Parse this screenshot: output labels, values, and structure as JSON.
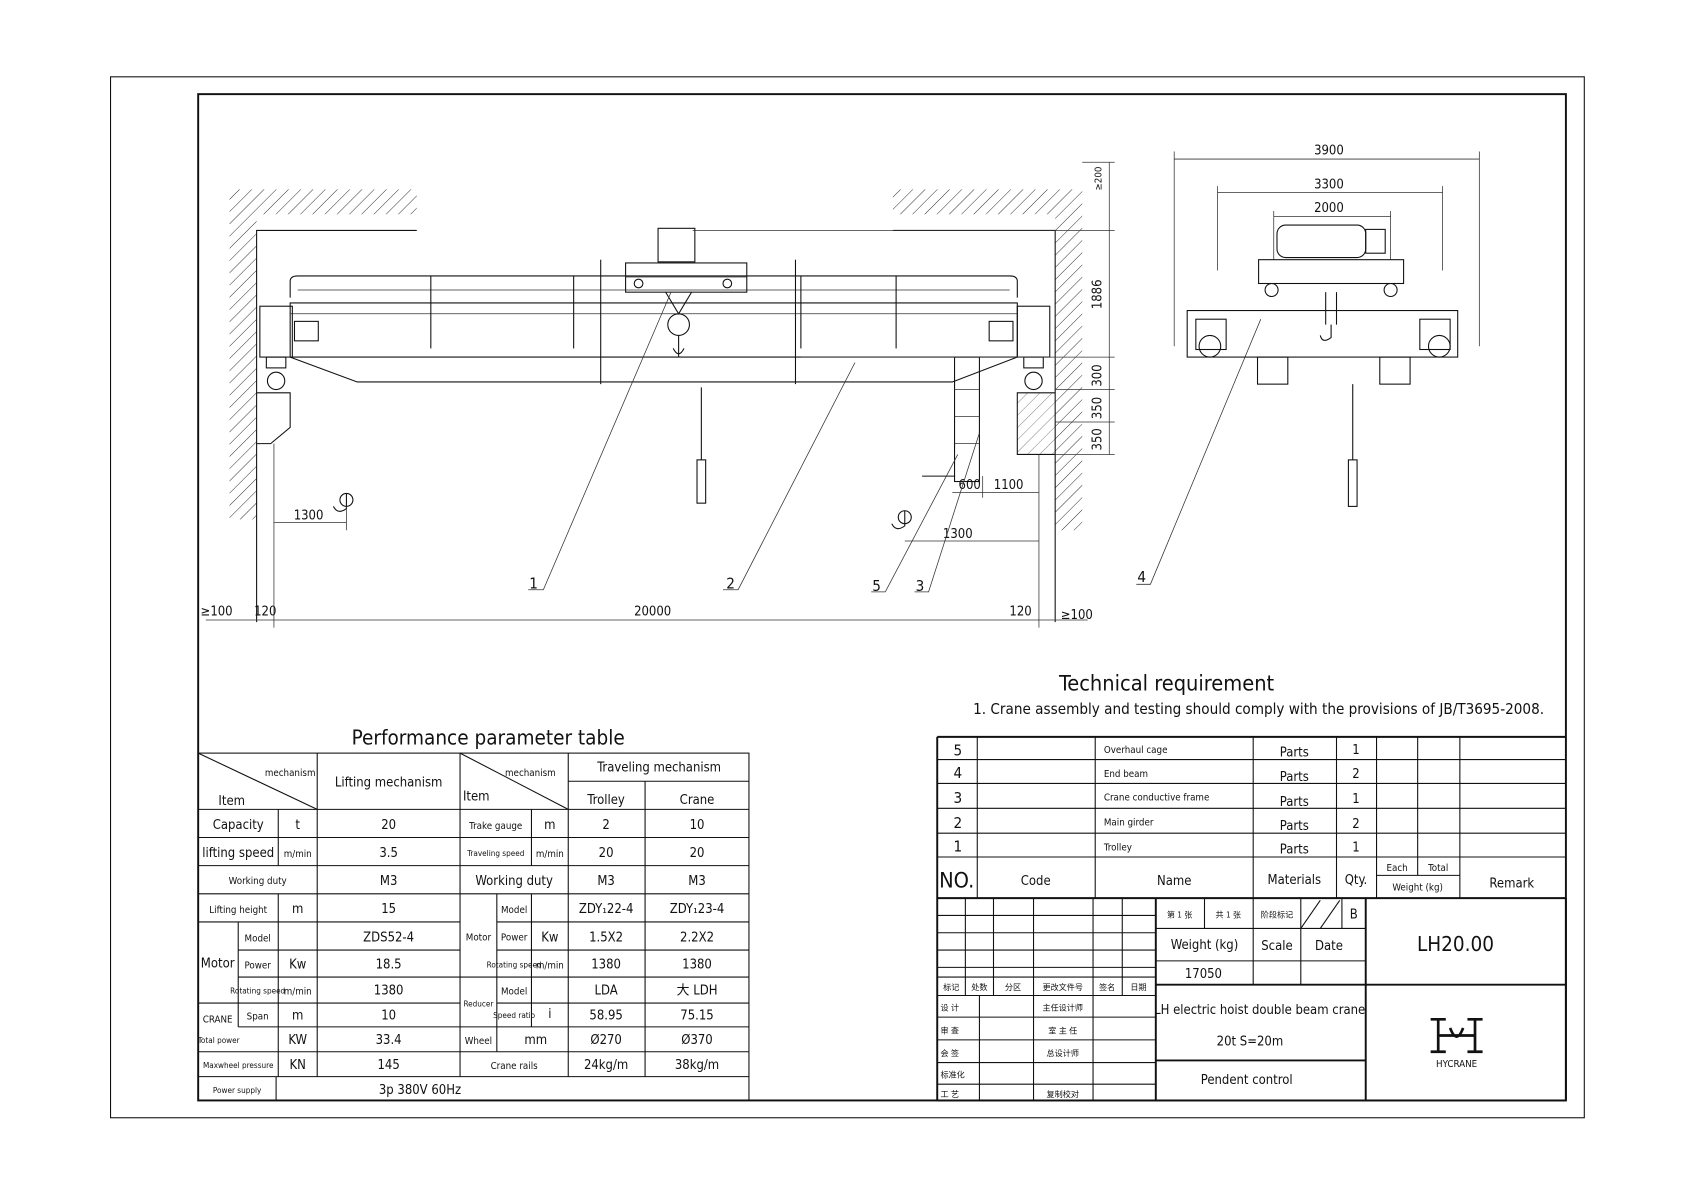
{
  "drawing": {
    "dims": {
      "top_clearance": "≥200",
      "height_1886": "1886",
      "d300": "300",
      "d350a": "350",
      "d350b": "350",
      "d600": "600",
      "d1100": "1100",
      "hook_left_1300": "1300",
      "hook_right_1300": "1300",
      "left_gap": "≥100",
      "left_120": "120",
      "span": "20000",
      "right_120": "120",
      "right_gap": "≥100",
      "side_3900": "3900",
      "side_3300": "3300",
      "side_2000": "2000"
    },
    "callouts": [
      "1",
      "2",
      "5",
      "3",
      "4"
    ]
  },
  "tech": {
    "title": "Technical requirement",
    "item1": "1. Crane assembly and testing should comply with the provisions of JB/T3695-2008."
  },
  "perf": {
    "title": "Performance parameter table",
    "mechanism": "mechanism",
    "item": "Item",
    "lifting": "Lifting mechanism",
    "traveling": "Traveling mechanism",
    "trolley": "Trolley",
    "crane": "Crane",
    "left": [
      [
        "Capacity",
        "t",
        "20"
      ],
      [
        "lifting speed",
        "m/min",
        "3.5"
      ],
      [
        "Working duty",
        "",
        "M3"
      ],
      [
        "Lifting height",
        "m",
        "15"
      ],
      [
        "Model",
        "",
        "ZDS52-4"
      ],
      [
        "Power",
        "Kw",
        "18.5"
      ],
      [
        "Rotating speed",
        "m/min",
        "1380"
      ],
      [
        "Span",
        "m",
        "10"
      ],
      [
        "Total power",
        "KW",
        "33.4"
      ],
      [
        "Maxwheel pressure",
        "KN",
        "145"
      ],
      [
        "Power supply",
        "",
        "3p    380V    60Hz"
      ]
    ],
    "motor_group": "Motor",
    "crane_group": "CRANE",
    "right": [
      [
        "Trake gauge",
        "m",
        "2",
        "10"
      ],
      [
        "Traveling speed",
        "m/min",
        "20",
        "20"
      ],
      [
        "Working duty",
        "",
        "M3",
        "M3"
      ],
      [
        "Model",
        "",
        "ZDY₁22-4",
        "ZDY₁23-4"
      ],
      [
        "Power",
        "Kw",
        "1.5X2",
        "2.2X2"
      ],
      [
        "Rotating speed",
        "m/min",
        "1380",
        "1380"
      ],
      [
        "Model",
        "",
        "LDA",
        "大 LDH"
      ],
      [
        "Speed ratio",
        "i",
        "58.95",
        "75.15"
      ],
      [
        "Wheel",
        "mm",
        "Ø270",
        "Ø370"
      ],
      [
        "Crane rails",
        "",
        "24kg/m",
        "38kg/m"
      ]
    ],
    "r_motor_group": "Motor",
    "reducer_group": "Reducer"
  },
  "parts": {
    "rows": [
      [
        "5",
        "",
        "Overhaul cage",
        "Parts",
        "1"
      ],
      [
        "4",
        "",
        "End beam",
        "Parts",
        "2"
      ],
      [
        "3",
        "",
        "Crane conductive frame",
        "Parts",
        "1"
      ],
      [
        "2",
        "",
        "Main girder",
        "Parts",
        "2"
      ],
      [
        "1",
        "",
        "Trolley",
        "Parts",
        "1"
      ]
    ],
    "header": {
      "no": "NO.",
      "code": "Code",
      "name": "Name",
      "materials": "Materials",
      "qty": "Qty.",
      "each": "Each",
      "total": "Total",
      "weight": "Weight (kg)",
      "remark": "Remark"
    }
  },
  "title_block": {
    "rev_labels": [
      "标记",
      "处数",
      "分区",
      "更改文件号",
      "签名",
      "日期"
    ],
    "sign_labels": [
      "设 计",
      "审 查",
      "会 签",
      "标准化",
      "工 艺"
    ],
    "sign_labels2": [
      "主任设计师",
      "室 主 任",
      "总设计师",
      "复制校对"
    ],
    "sheet": "第 1 张",
    "total_sheets": "共 1 张",
    "stage_mark": "阶段标记",
    "stage": "B",
    "weight_label": "Weight (kg)",
    "scale_label": "Scale",
    "date_label": "Date",
    "weight": "17050",
    "drawing_no": "LH20.00",
    "desc1": "LH electric hoist double beam crane",
    "desc2": "20t   S=20m",
    "control": "Pendent control",
    "company": "HYCRANE"
  }
}
